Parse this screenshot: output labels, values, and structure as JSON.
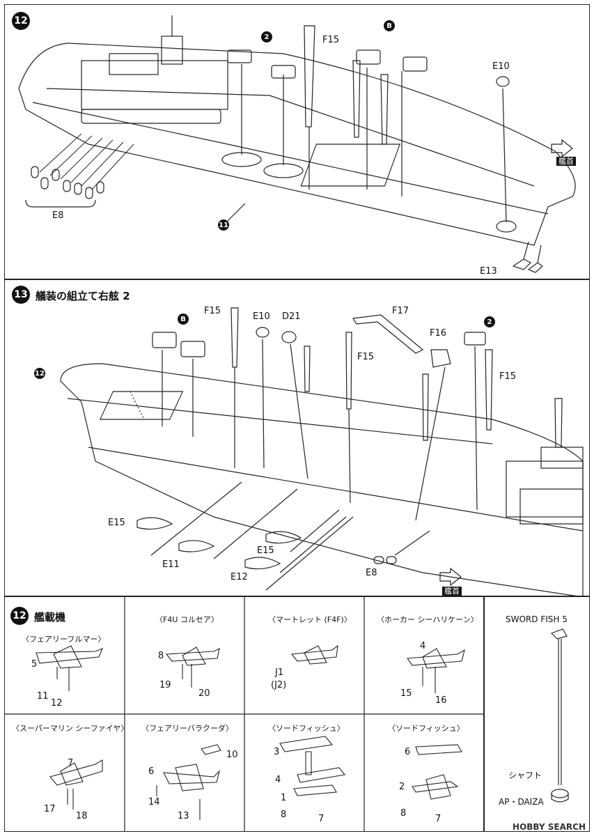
{
  "step12": {
    "number": "12",
    "sub_a": "2",
    "sub_b": "B",
    "sub_11": "11",
    "labels": {
      "f15": "F15",
      "e10": "E10",
      "e8": "E8",
      "e13": "E13",
      "bow": "艦首"
    }
  },
  "step13": {
    "number": "13",
    "title": "艤装の組立て右舷 2",
    "sub_12": "12",
    "sub_b": "B",
    "sub_2": "2",
    "labels": {
      "f15a": "F15",
      "e10": "E10",
      "d21": "D21",
      "f17": "F17",
      "f16": "F16",
      "f15b": "F15",
      "f15c": "F15",
      "e15a": "E15",
      "e11": "E11",
      "e15b": "E15",
      "e12": "E12",
      "e8": "E8",
      "bow": "艦首"
    }
  },
  "aircraft": {
    "number": "12",
    "title": "艦載機",
    "cells": [
      {
        "name": "〈フェアリーフルマー〉",
        "parts": [
          "5",
          "11",
          "12"
        ]
      },
      {
        "name": "〈F4U コルセア〉",
        "parts": [
          "8",
          "19",
          "20"
        ]
      },
      {
        "name": "〈マートレット (F4F)〉",
        "parts": [
          "J1",
          "(J2)"
        ]
      },
      {
        "name": "〈ホーカー シーハリケーン〉",
        "parts": [
          "4",
          "15",
          "16"
        ]
      },
      {
        "name": "〈スーパーマリン シーファイヤ〉",
        "parts": [
          "7",
          "17",
          "18"
        ]
      },
      {
        "name": "〈フェアリーバラクーダ〉",
        "parts": [
          "10",
          "6",
          "14",
          "13"
        ]
      },
      {
        "name": "〈ソードフィッシュ〉",
        "parts": [
          "3",
          "4",
          "1",
          "8",
          "7"
        ]
      },
      {
        "name": "〈ソードフィッシュ〉",
        "parts": [
          "6",
          "2",
          "8",
          "7"
        ]
      }
    ],
    "stand": {
      "title": "SWORD FISH 5",
      "shaft": "シャフト",
      "base": "AP・DAIZA"
    }
  },
  "watermark": "HOBBY SEARCH"
}
